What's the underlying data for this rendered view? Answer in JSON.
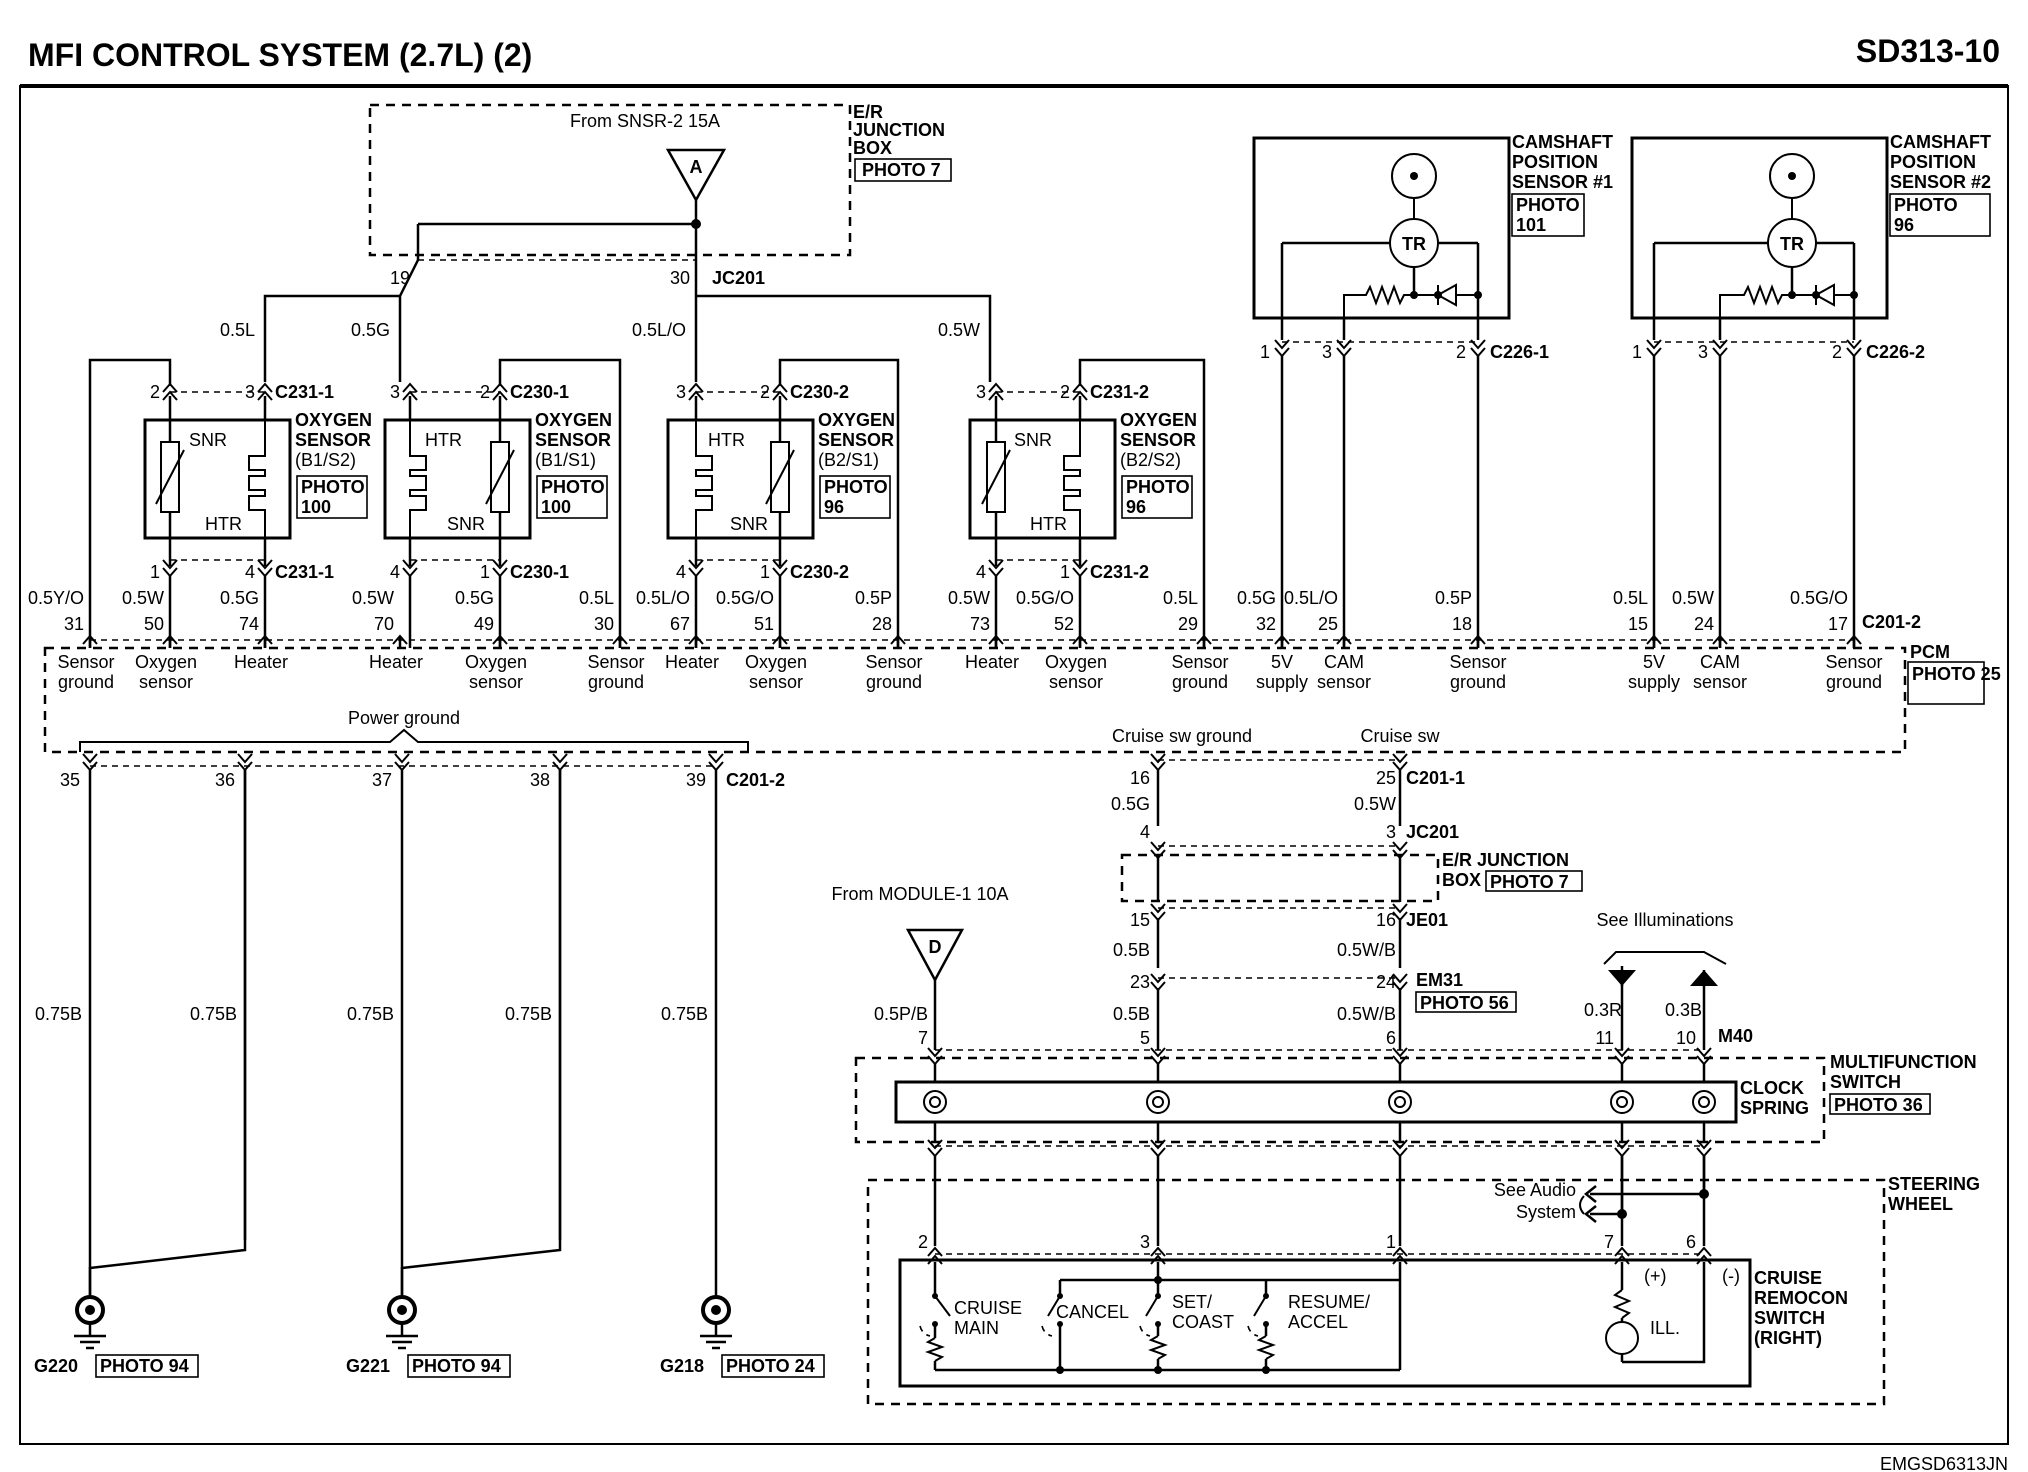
{
  "title": "MFI CONTROL SYSTEM (2.7L) (2)",
  "page_code": "SD313-10",
  "footer_code": "EMGSD6313JN",
  "er_junction_box": {
    "from": "From SNSR-2 15A",
    "label": "E/R JUNCTION BOX",
    "photo": "PHOTO 7",
    "triangle": "A",
    "pins": [
      "19",
      "30"
    ],
    "connector": "JC201"
  },
  "oxygen_sensors": [
    {
      "title": "OXYGEN SENSOR",
      "sub": "(B1/S2)",
      "photo": "PHOTO 100",
      "top_conn": "C231-1",
      "bottom_conn": "C231-1",
      "top_pins": [
        "2",
        "3"
      ],
      "bottom_pins": [
        "1",
        "4"
      ],
      "labels": [
        "SNR",
        "HTR"
      ],
      "supply_wire": "0.5L"
    },
    {
      "title": "OXYGEN SENSOR",
      "sub": "(B1/S1)",
      "photo": "PHOTO 100",
      "top_conn": "C230-1",
      "bottom_conn": "C230-1",
      "top_pins": [
        "3",
        "2"
      ],
      "bottom_pins": [
        "4",
        "1"
      ],
      "labels": [
        "HTR",
        "SNR"
      ],
      "supply_wire": "0.5G"
    },
    {
      "title": "OXYGEN SENSOR",
      "sub": "(B2/S1)",
      "photo": "PHOTO 96",
      "top_conn": "C230-2",
      "bottom_conn": "C230-2",
      "top_pins": [
        "3",
        "2"
      ],
      "bottom_pins": [
        "4",
        "1"
      ],
      "labels": [
        "HTR",
        "SNR"
      ],
      "supply_wire": "0.5L/O"
    },
    {
      "title": "OXYGEN SENSOR",
      "sub": "(B2/S2)",
      "photo": "PHOTO 96",
      "top_conn": "C231-2",
      "bottom_conn": "C231-2",
      "top_pins": [
        "3",
        "2"
      ],
      "bottom_pins": [
        "4",
        "1"
      ],
      "labels": [
        "SNR",
        "HTR"
      ],
      "supply_wire": "0.5W"
    }
  ],
  "cam_sensors": [
    {
      "title": "CAMSHAFT POSITION SENSOR #1",
      "photo": "PHOTO 101",
      "conn": "C226-1",
      "pins": [
        "1",
        "3",
        "2"
      ],
      "tr": "TR"
    },
    {
      "title": "CAMSHAFT POSITION SENSOR #2",
      "photo": "PHOTO 96",
      "conn": "C226-2",
      "pins": [
        "1",
        "3",
        "2"
      ],
      "tr": "TR"
    }
  ],
  "pcm": {
    "label": "PCM",
    "photo": "PHOTO 25",
    "power_ground": "Power ground",
    "conn_top": "C201-2",
    "terminals": [
      {
        "pin": "31",
        "wire": "0.5Y/O",
        "func": "Sensor ground"
      },
      {
        "pin": "50",
        "wire": "0.5W",
        "func": "Oxygen sensor"
      },
      {
        "pin": "74",
        "wire": "0.5G",
        "func": "Heater"
      },
      {
        "pin": "70",
        "wire": "0.5W",
        "func": "Heater"
      },
      {
        "pin": "49",
        "wire": "0.5G",
        "func": "Oxygen sensor"
      },
      {
        "pin": "30",
        "wire": "0.5L",
        "func": "Sensor ground"
      },
      {
        "pin": "67",
        "wire": "0.5L/O",
        "func": "Heater"
      },
      {
        "pin": "51",
        "wire": "0.5G/O",
        "func": "Oxygen sensor"
      },
      {
        "pin": "28",
        "wire": "0.5P",
        "func": "Sensor ground"
      },
      {
        "pin": "73",
        "wire": "0.5W",
        "func": "Heater"
      },
      {
        "pin": "52",
        "wire": "0.5G/O",
        "func": "Oxygen sensor"
      },
      {
        "pin": "29",
        "wire": "0.5L",
        "func": "Sensor ground"
      },
      {
        "pin": "32",
        "wire": "0.5G",
        "func": "5V supply"
      },
      {
        "pin": "25",
        "wire": "0.5L/O",
        "func": "CAM sensor"
      },
      {
        "pin": "18",
        "wire": "0.5P",
        "func": "Sensor ground"
      },
      {
        "pin": "15",
        "wire": "0.5L",
        "func": "5V supply"
      },
      {
        "pin": "24",
        "wire": "0.5W",
        "func": "CAM sensor"
      },
      {
        "pin": "17",
        "wire": "0.5G/O",
        "func": "Sensor ground"
      }
    ],
    "ground_pins": [
      "35",
      "36",
      "37",
      "38",
      "39"
    ],
    "ground_conn": "C201-2",
    "cruise_sw_ground": "Cruise sw ground",
    "cruise_sw": "Cruise sw",
    "cruise_conn": "C201-1"
  },
  "grounds": [
    {
      "name": "G220",
      "photo": "PHOTO 94"
    },
    {
      "name": "G221",
      "photo": "PHOTO 94"
    },
    {
      "name": "G218",
      "photo": "PHOTO 24"
    }
  ],
  "ground_wire": "0.75B",
  "cruise": {
    "pcm_pins": [
      "16",
      "25"
    ],
    "pcm_wires": [
      "0.5G",
      "0.5W"
    ],
    "jc_pins": [
      "4",
      "3"
    ],
    "jc": "JC201",
    "er_box": "E/R JUNCTION BOX",
    "er_photo": "PHOTO 7",
    "je_pins": [
      "15",
      "16"
    ],
    "je": "JE01",
    "je_wires": [
      "0.5B",
      "0.5W/B"
    ],
    "em_pins": [
      "23",
      "24"
    ],
    "em": "EM31",
    "em_photo": "PHOTO 56",
    "m40_wires": [
      "0.5P/B",
      "0.5B",
      "0.5W/B",
      "0.3R",
      "0.3B"
    ],
    "m40_pins": [
      "7",
      "5",
      "6",
      "11",
      "10"
    ],
    "m40": "M40",
    "module_from": "From MODULE-1 10A",
    "triangle": "D",
    "see_illum": "See Illuminations",
    "see_audio": "See Audio System",
    "multifunction": "MULTIFUNCTION SWITCH",
    "clock_spring": "CLOCK SPRING",
    "clock_photo": "PHOTO 36",
    "steering": "STEERING WHEEL",
    "switch_pins": [
      "2",
      "3",
      "1",
      "7",
      "6"
    ],
    "switch_title": "CRUISE REMOCON SWITCH (RIGHT)",
    "switches": [
      "CRUISE MAIN",
      "CANCEL",
      "SET/ COAST",
      "RESUME/ ACCEL"
    ],
    "plus": "(+)",
    "minus": "(-)",
    "ill": "ILL."
  }
}
